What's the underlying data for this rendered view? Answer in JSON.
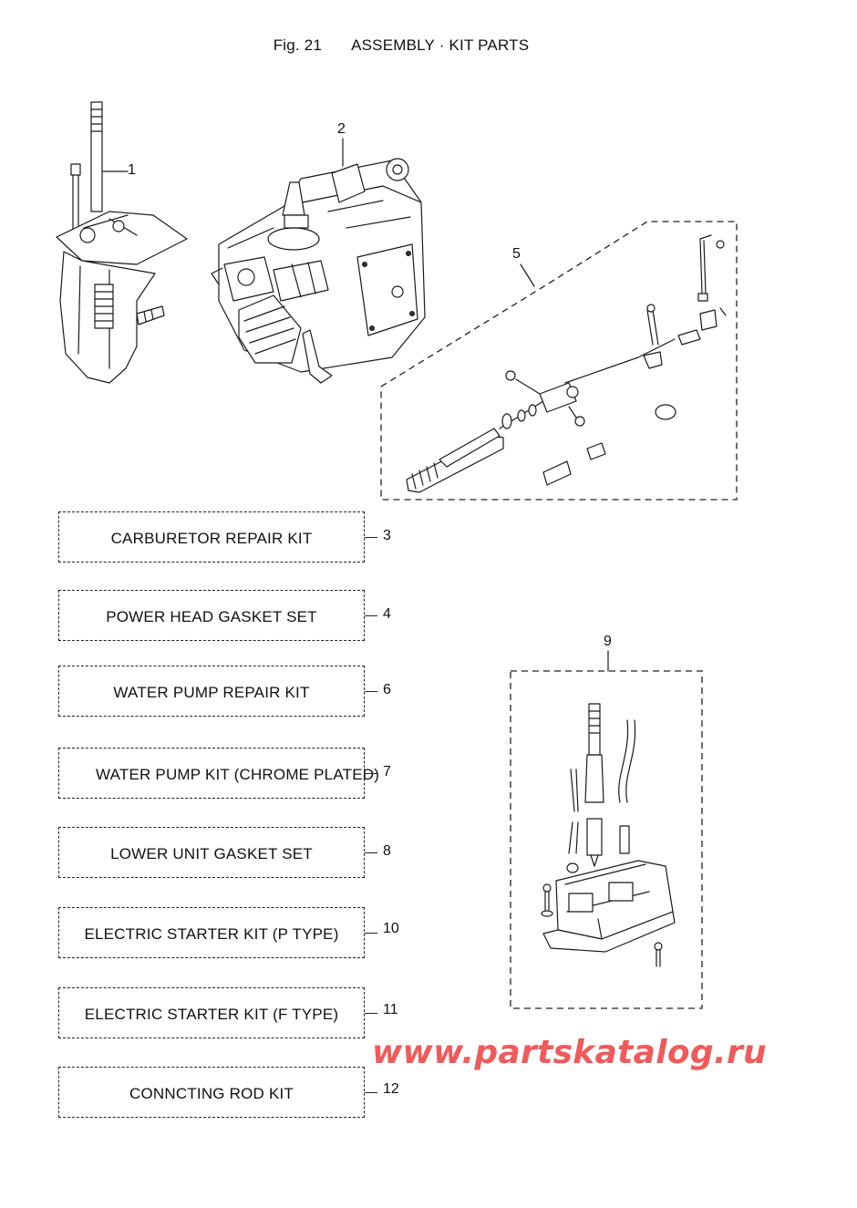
{
  "figure": {
    "fig_label": "Fig. 21",
    "title": "ASSEMBLY · KIT PARTS"
  },
  "callouts": {
    "lower_unit": "1",
    "power_head": "2",
    "tiller_handle": "5",
    "drive_shaft_housing": "9"
  },
  "kits": [
    {
      "label": "CARBURETOR REPAIR KIT",
      "number": "3"
    },
    {
      "label": "POWER HEAD GASKET SET",
      "number": "4"
    },
    {
      "label": "WATER PUMP REPAIR KIT",
      "number": "6"
    },
    {
      "label": "WATER PUMP KIT (CHROME PLATED)",
      "number": "7"
    },
    {
      "label": "LOWER UNIT GASKET SET",
      "number": "8"
    },
    {
      "label": "ELECTRIC STARTER KIT (P TYPE)",
      "number": "10"
    },
    {
      "label": "ELECTRIC STARTER KIT (F TYPE)",
      "number": "11"
    },
    {
      "label": "CONNCTING ROD KIT",
      "number": "12"
    }
  ],
  "watermark": "www.partskatalog.ru"
}
